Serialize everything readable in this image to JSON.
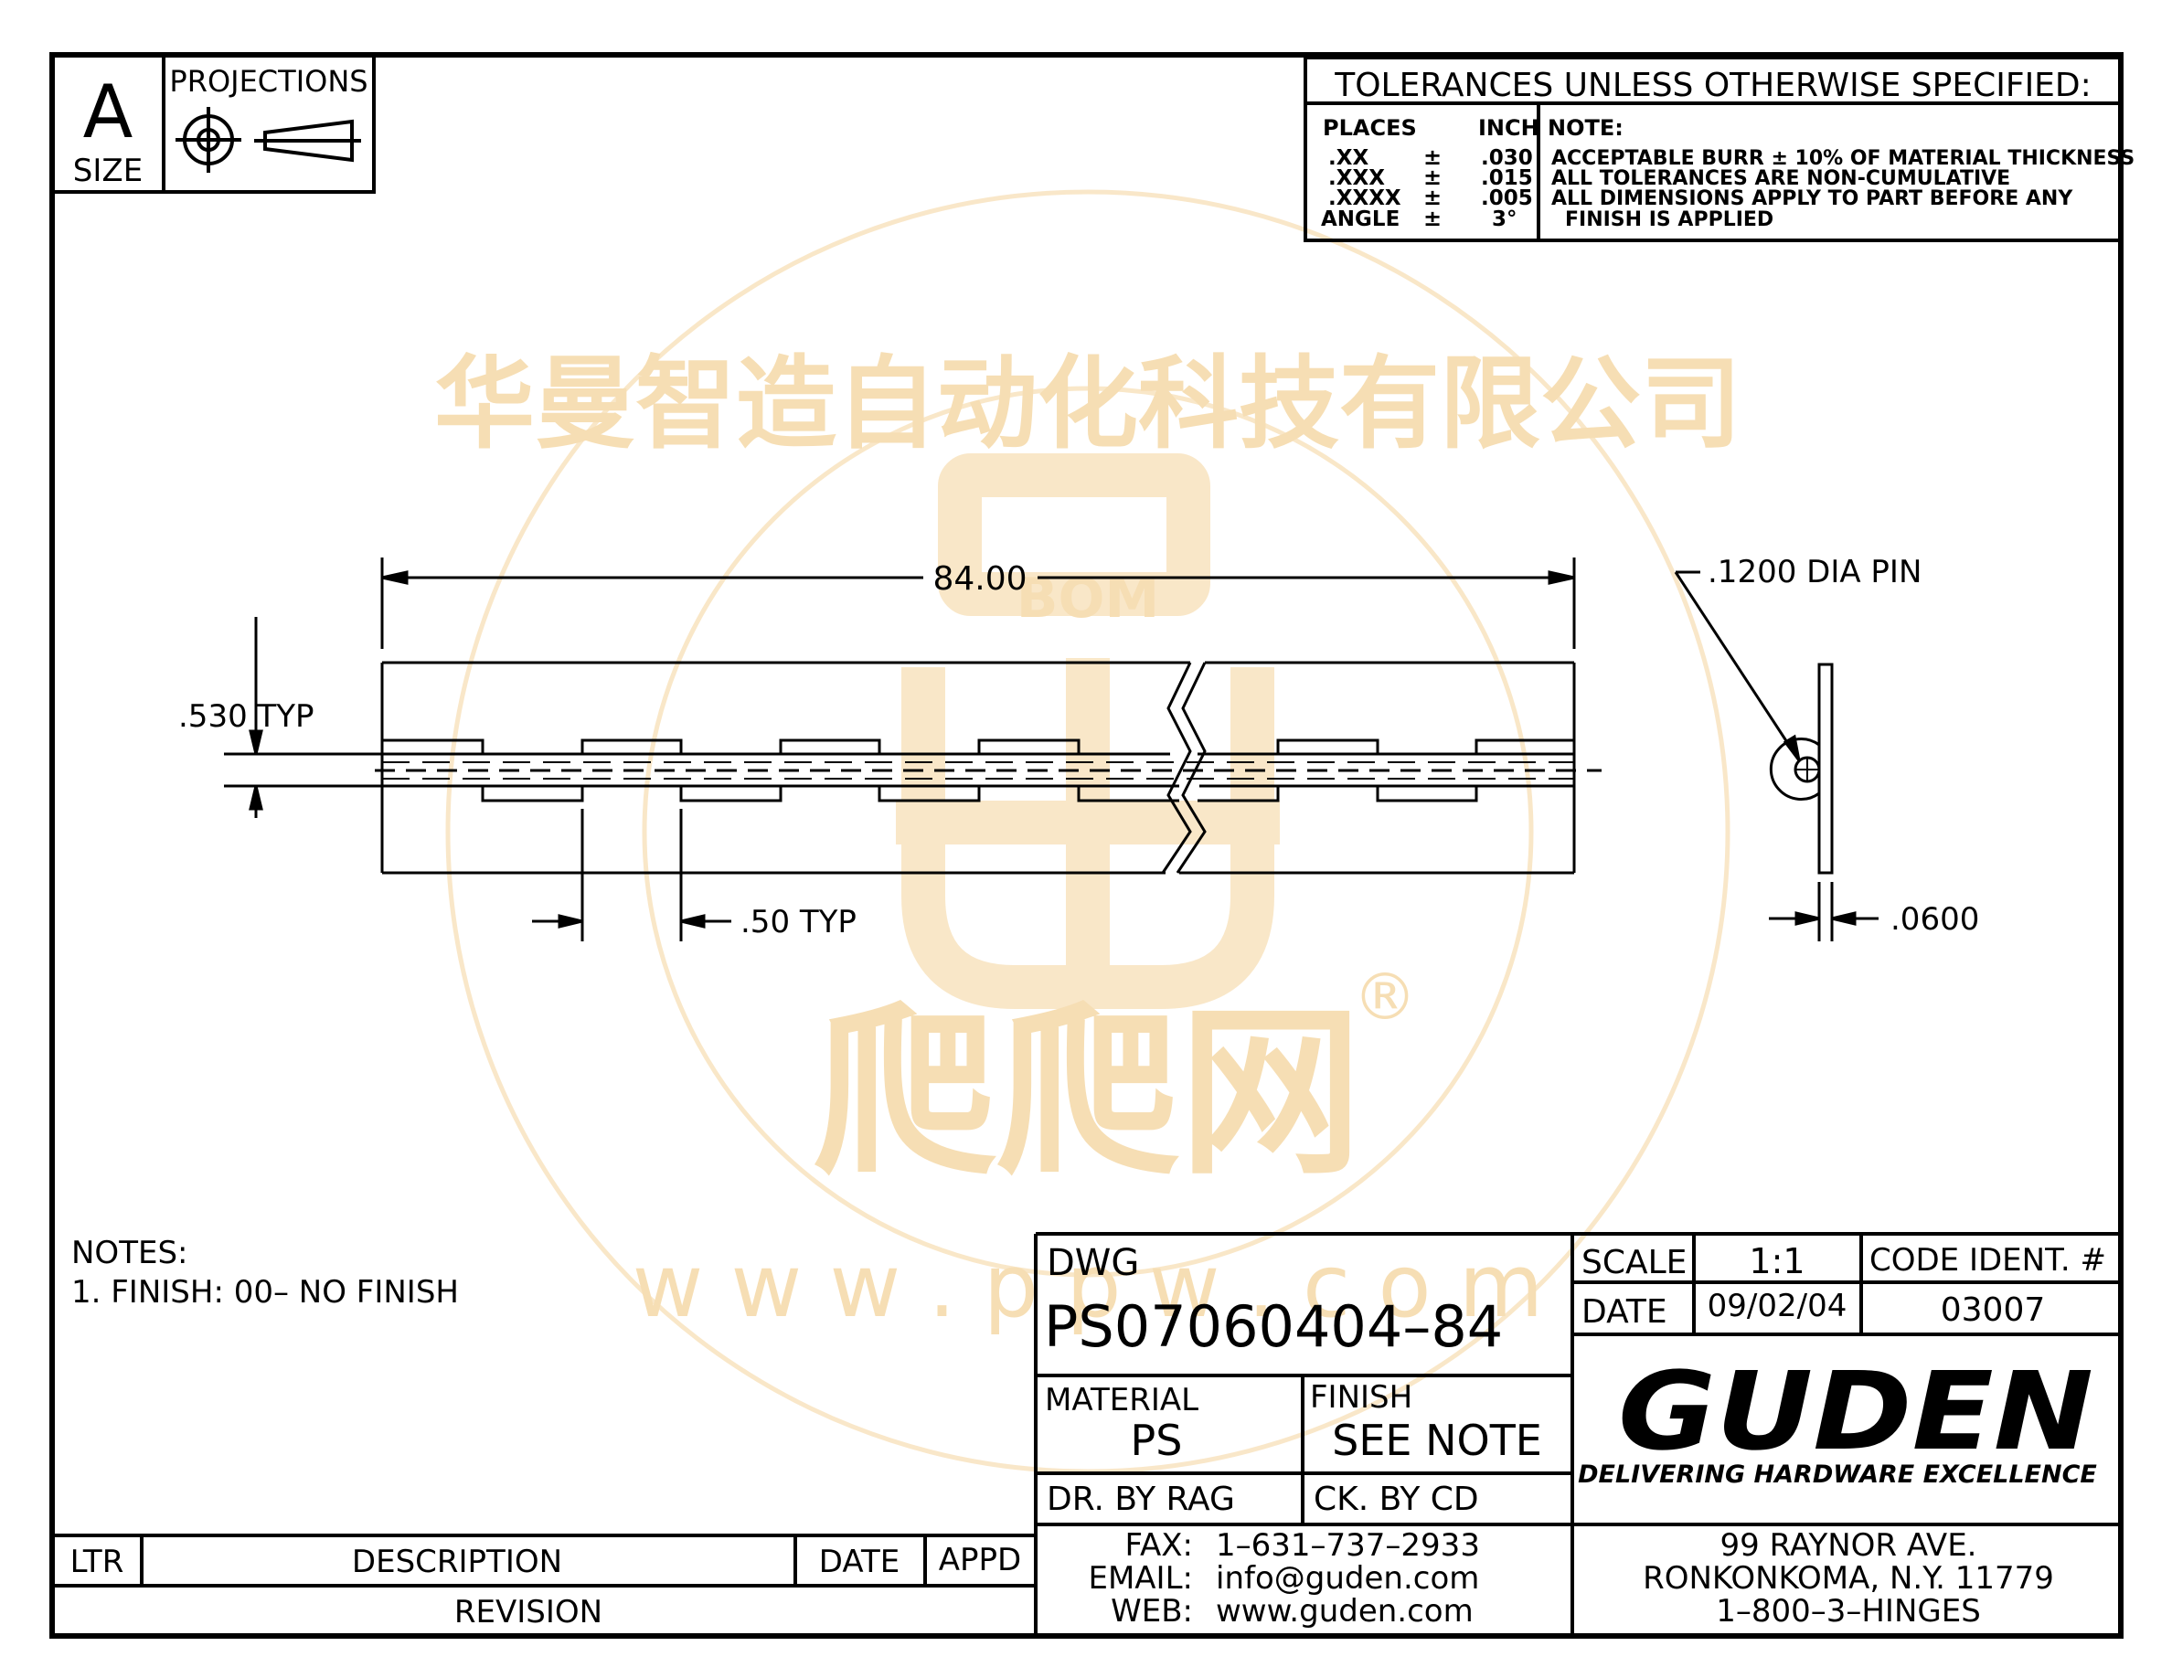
{
  "size_block": {
    "letter": "A",
    "label": "SIZE"
  },
  "projections": {
    "label": "PROJECTIONS"
  },
  "tolerances": {
    "title": "TOLERANCES UNLESS OTHERWISE SPECIFIED:",
    "places_header": "PLACES",
    "inch_header": "INCH",
    "note_header": "NOTE:",
    "rows": [
      {
        "place": ".XX",
        "pm": "±",
        "value": ".030"
      },
      {
        "place": ".XXX",
        "pm": "±",
        "value": ".015"
      },
      {
        "place": ".XXXX",
        "pm": "±",
        "value": ".005"
      },
      {
        "place": "ANGLE",
        "pm": "±",
        "value": "3°"
      }
    ],
    "notes": [
      "ACCEPTABLE BURR ± 10% OF MATERIAL THICKNESS",
      "ALL TOLERANCES ARE NON-CUMULATIVE",
      "ALL DIMENSIONS APPLY TO PART BEFORE ANY",
      "FINISH IS APPLIED"
    ]
  },
  "dimensions": {
    "length": "84.00",
    "height": ".530 TYP",
    "knuckle": ".50 TYP",
    "pin": ".1200 DIA PIN",
    "thickness": ".0600"
  },
  "notes": {
    "title": "NOTES:",
    "item1": "1. FINISH:  00–  NO FINISH"
  },
  "revision": {
    "ltr": "LTR",
    "description": "DESCRIPTION",
    "date": "DATE",
    "appd": "APPD",
    "label": "REVISION"
  },
  "title_block": {
    "dwg_label": "DWG",
    "dwg_number": "PS07060404–84",
    "material_label": "MATERIAL",
    "material": "PS",
    "finish_label": "FINISH",
    "finish": "SEE NOTE",
    "drawn_by": "DR. BY  RAG",
    "checked_by": "CK. BY   CD",
    "scale_label": "SCALE",
    "scale": "1:1",
    "code_label": "CODE IDENT. #",
    "date_label": "DATE",
    "date": "09/02/04",
    "code": "03007",
    "fax_label": "FAX:",
    "fax": "1–631–737–2933",
    "email_label": "EMAIL:",
    "email": "info@guden.com",
    "web_label": "WEB:",
    "web": "www.guden.com",
    "address1": "99 RAYNOR AVE.",
    "address2": "RONKONKOMA, N.Y. 11779",
    "phone": "1–800–3–HINGES"
  },
  "logo": {
    "name": "GUDEN",
    "tagline": "DELIVERING HARDWARE EXCELLENCE"
  },
  "watermark": {
    "company": "华曼智造自动化科技有限公司",
    "brand_cn": "爬爬网",
    "brand_en": "BOM",
    "url": "w w w . p p w . c o m",
    "registered": "®"
  },
  "colors": {
    "line": "#000000",
    "watermark": "#f5d9a8"
  }
}
